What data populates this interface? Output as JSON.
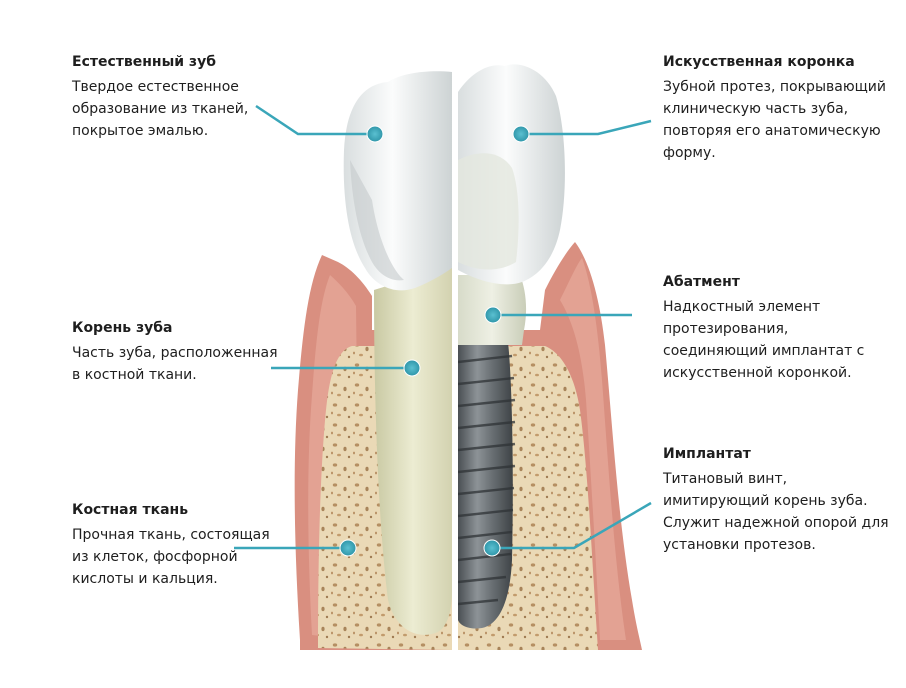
{
  "colors": {
    "accent_line": "#3aa6b9",
    "gum": "#d98f80",
    "bone": "#e9d8b4",
    "enamel": "#f4f6f6",
    "root": "#e3e2c4",
    "implant_metal": "#5e6468"
  },
  "labels": {
    "natural_tooth": {
      "title": "Естественный зуб",
      "desc": "Твердое естественное образование из тканей, покрытое эмалью."
    },
    "tooth_root": {
      "title": "Корень зуба",
      "desc": "Часть зуба, расположенная в костной ткани."
    },
    "bone_tissue": {
      "title": "Костная ткань",
      "desc": "Прочная ткань, состоящая из клеток, фосфорной кислоты и кальция."
    },
    "artificial_crown": {
      "title": "Искусственная коронка",
      "desc": "Зубной протез, покрывающий клиническую часть зуба, повторяя его анатомическую форму."
    },
    "abutment": {
      "title": "Абатмент",
      "desc": "Надкостный элемент протезирования, соединяющий имплантат с искусственной коронкой."
    },
    "implant": {
      "title": "Имплантат",
      "desc": "Титановый винт, имитирующий корень зуба. Служит надежной опорой для установки протезов."
    }
  }
}
